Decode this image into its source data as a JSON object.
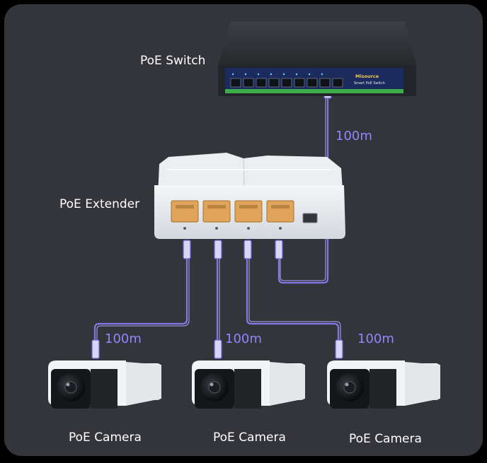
{
  "labels": {
    "switch": "PoE Switch",
    "extender": "PoE Extender",
    "camera_1": "PoE Camera",
    "camera_2": "PoE Camera",
    "camera_3": "PoE Camera"
  },
  "cables": {
    "uplink": "100m",
    "camera_1": "100m",
    "camera_2": "100m",
    "camera_3": "100m"
  },
  "switch_device": {
    "brand": "Misource",
    "model": "Smart PoE Switch"
  },
  "colors": {
    "background": "#34353a",
    "cable": "#8378e8",
    "cable_label": "#8f86ff",
    "label": "#ffffff",
    "switch_panel": "#1c2b5e",
    "switch_strip": "#3cad4a",
    "rj45_port": "#e0a55a"
  }
}
